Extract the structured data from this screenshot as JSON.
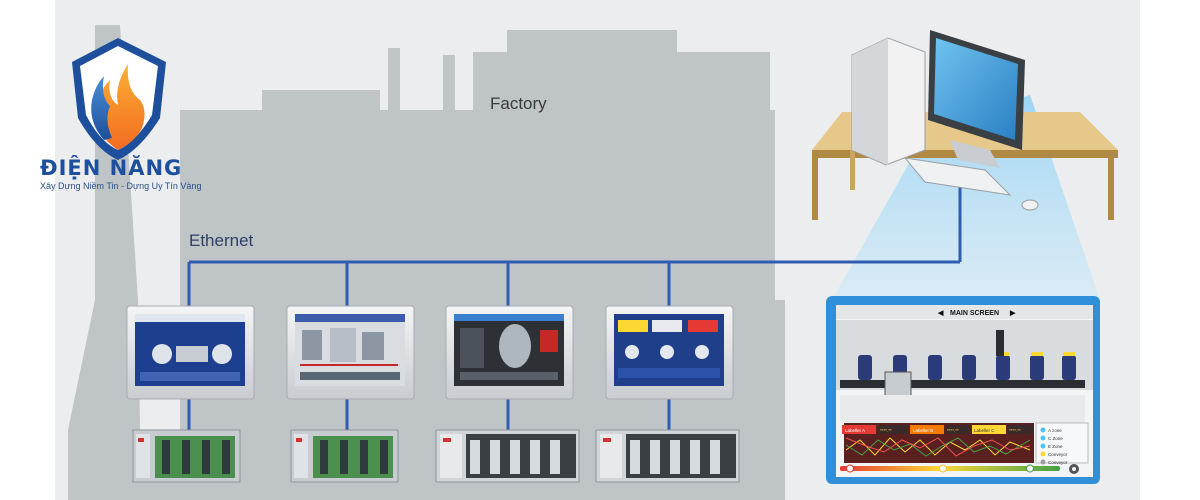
{
  "brand": {
    "name": "ĐIỆN NĂNG",
    "tagline": "Xây Dựng Niềm Tin - Dựng Uy Tín Vàng"
  },
  "labels": {
    "factory": "Factory",
    "ethernet": "Ethernet"
  },
  "main_screen": {
    "title": "MAIN SCREEN",
    "tabs": [
      "Labeller A",
      "Labeller B",
      "Labeller C"
    ],
    "tab_values": [
      "****.**",
      "****.**",
      "****.**"
    ],
    "legend": [
      "A zone",
      "C Zone",
      "E Zone",
      "Conveyor",
      "Conveyor"
    ],
    "colors": {
      "tab_a": "#e53935",
      "tab_b": "#f57c00",
      "tab_c": "#fdd835"
    }
  },
  "colors": {
    "network": "#2f5bb0",
    "factory_silhouette": "#bfc4c7",
    "brand_blue": "#1d4f9c",
    "brand_orange": "#f39a1e",
    "panel_frame": "#2f8fd8"
  },
  "icons": [
    "shield-flame-logo",
    "desktop-computer-icon",
    "hmi-panel-icon",
    "plc-module-icon",
    "settings-gear-icon"
  ]
}
